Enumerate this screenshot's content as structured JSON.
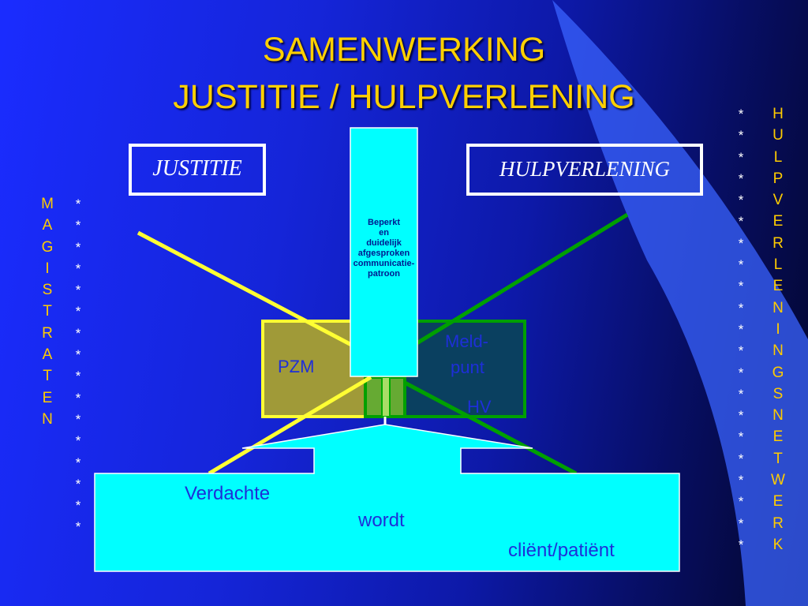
{
  "title": {
    "line1": "SAMENWERKING",
    "line2": "JUSTITIE / HULPVERLENING"
  },
  "boxes": {
    "justitie": "JUSTITIE",
    "hulpverlening": "HULPVERLENING",
    "pzm": "PZM",
    "meldpunt_line1": "Meld-",
    "meldpunt_line2": "punt",
    "meldpunt_line3": "HV"
  },
  "center_column": {
    "lines": [
      "Beperkt",
      "en",
      "duidelijk",
      "afgesproken",
      "communicatie-",
      "patroon"
    ]
  },
  "bottom": {
    "line1": "Verdachte",
    "line2": "wordt",
    "line3": "cliënt/patiënt"
  },
  "left_column": {
    "letters": [
      "M",
      "A",
      "G",
      "I",
      "S",
      "T",
      "R",
      "A",
      "T",
      "E",
      "N"
    ],
    "stars": [
      "*",
      "*",
      "*",
      "*",
      "*",
      "*",
      "*",
      "*",
      "*",
      "*",
      "*",
      "*",
      "*",
      "*",
      "*",
      "*"
    ]
  },
  "right_column": {
    "letters": [
      "H",
      "U",
      "L",
      "P",
      "V",
      "E",
      "R",
      "L",
      "E",
      "N",
      "I",
      "N",
      "G",
      "S",
      "N",
      "E",
      "T",
      "W",
      "E",
      "R",
      "K"
    ],
    "stars": [
      "*",
      "*",
      "*",
      "*",
      "*",
      "*",
      "*",
      "*",
      "*",
      "*",
      "*",
      "*",
      "*",
      "*",
      "*",
      "*",
      "*",
      "*",
      "*",
      "*",
      "*"
    ]
  },
  "colors": {
    "title": "#ffd000",
    "yellow_line": "#ffff33",
    "green_line": "#00a000",
    "cyan": "#00ffff",
    "pzm_fill": "#a09a38",
    "meldpunt_fill": "#0a4060"
  }
}
